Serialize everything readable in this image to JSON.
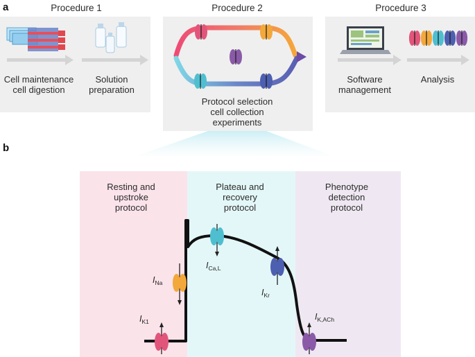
{
  "panel_a": {
    "label": "a",
    "procedures": [
      {
        "title": "Procedure 1",
        "steps": [
          [
            "Cell maintenance",
            "cell digestion"
          ],
          [
            "Solution",
            "preparation"
          ]
        ]
      },
      {
        "title": "Procedure 2",
        "caption": [
          "Protocol selection",
          "cell collection",
          "experiments"
        ]
      },
      {
        "title": "Procedure 3",
        "steps": [
          [
            "Software",
            "management"
          ],
          [
            "Analysis"
          ]
        ]
      }
    ]
  },
  "panel_b": {
    "label": "b",
    "zones": [
      {
        "lines": [
          "Resting and",
          "upstroke",
          "protocol"
        ],
        "color": "#fbe3ea"
      },
      {
        "lines": [
          "Plateau and",
          "recovery",
          "protocol"
        ],
        "color": "#e4f7f8"
      },
      {
        "lines": [
          "Phenotype",
          "detection",
          "protocol"
        ],
        "color": "#efe8f3"
      }
    ],
    "currents": [
      {
        "main": "I",
        "sub": "Na"
      },
      {
        "main": "I",
        "sub": "Ca,L"
      },
      {
        "main": "I",
        "sub": "Kr"
      },
      {
        "main": "I",
        "sub": "K1"
      },
      {
        "main": "I",
        "sub": "K,ACh"
      }
    ]
  },
  "colors": {
    "card": "#efefef",
    "arrow_gray": "#d4d4d4",
    "channel_pink": "#e2557a",
    "channel_orange": "#f3a83b",
    "channel_teal": "#4fbfd0",
    "channel_blue": "#4d5fb0",
    "channel_purple": "#8a5aa8"
  }
}
